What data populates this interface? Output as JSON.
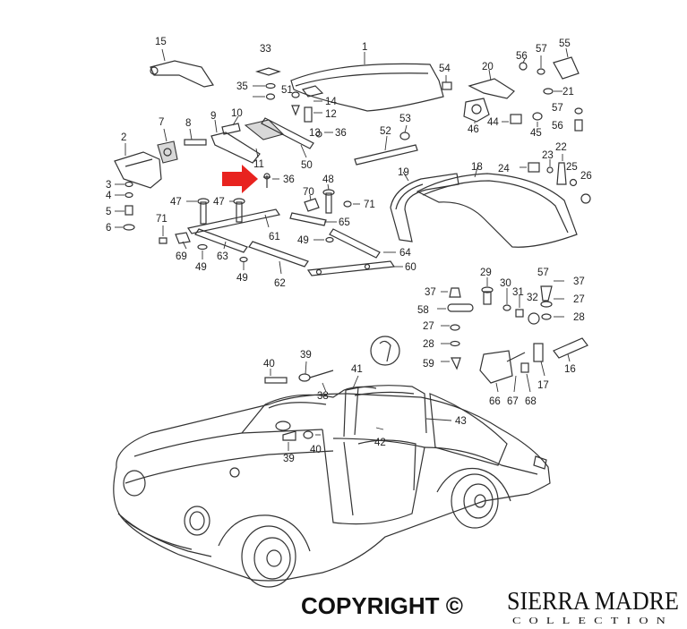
{
  "diagram": {
    "callouts": [
      "1",
      "2",
      "3",
      "4",
      "5",
      "6",
      "7",
      "8",
      "9",
      "10",
      "11",
      "12",
      "13",
      "14",
      "15",
      "16",
      "17",
      "18",
      "19",
      "20",
      "21",
      "22",
      "23",
      "24",
      "25",
      "26",
      "27",
      "28",
      "29",
      "30",
      "31",
      "32",
      "33",
      "35",
      "36",
      "37",
      "38",
      "39",
      "40",
      "41",
      "42",
      "43",
      "44",
      "45",
      "46",
      "47",
      "48",
      "49",
      "50",
      "51",
      "52",
      "53",
      "54",
      "55",
      "56",
      "57",
      "58",
      "59",
      "60",
      "61",
      "62",
      "63",
      "64",
      "65",
      "66",
      "67",
      "68",
      "69",
      "70",
      "71"
    ],
    "highlighted_part": "36",
    "arrow_color": "#e8231f"
  },
  "footer": {
    "copyright": "COPYRIGHT ©",
    "brand": "SIERRA MADRE",
    "brand_sub": "COLLECTION"
  }
}
